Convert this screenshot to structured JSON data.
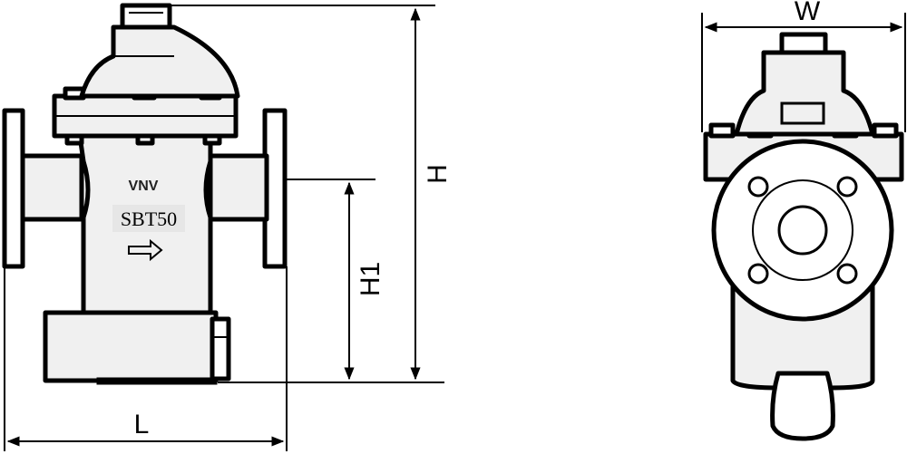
{
  "front_view": {
    "brand_label": "VNV",
    "model_label": "SBT50",
    "flow_arrow_icon": "right-arrow-icon"
  },
  "dimensions": {
    "length_label": "L",
    "height_label": "H",
    "inlet_height_label": "H1",
    "width_label": "W"
  },
  "colors": {
    "line": "#000000",
    "body_fill": "#f0f0f0",
    "background": "#ffffff"
  }
}
